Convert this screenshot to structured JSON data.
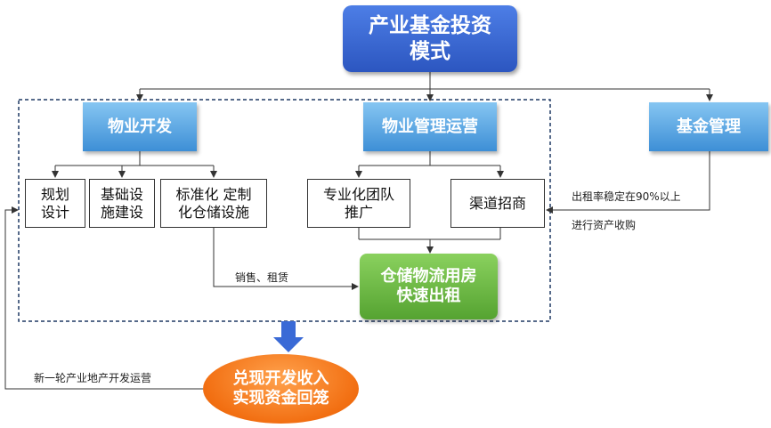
{
  "nodes": {
    "top": "产业基金投资\n模式",
    "property_dev": "物业开发",
    "property_mgmt": "物业管理运营",
    "fund_mgmt": "基金管理",
    "planning": "规划\n设计",
    "infrastructure": "基础设\n施建设",
    "standard_storage": "标准化  定制\n化仓储设施",
    "team_promo": "专业化团队\n推广",
    "channel": "渠道招商",
    "warehouse": "仓储物流用房\n快速出租",
    "cash_out": "兑现开发收入\n实现资金回笼"
  },
  "labels": {
    "sales_lease": "销售、租赁",
    "occupancy_line1": "出租率稳定在90%以上",
    "occupancy_line2": "进行资产收购",
    "new_round": "新一轮产业地产开发运营"
  },
  "colors": {
    "top_box": "#3a6ad6",
    "blue_box": "#5aa7e6",
    "green_box": "#6abf45",
    "orange_ellipse": "#f27a1a",
    "down_arrow": "#3a6ad6"
  }
}
